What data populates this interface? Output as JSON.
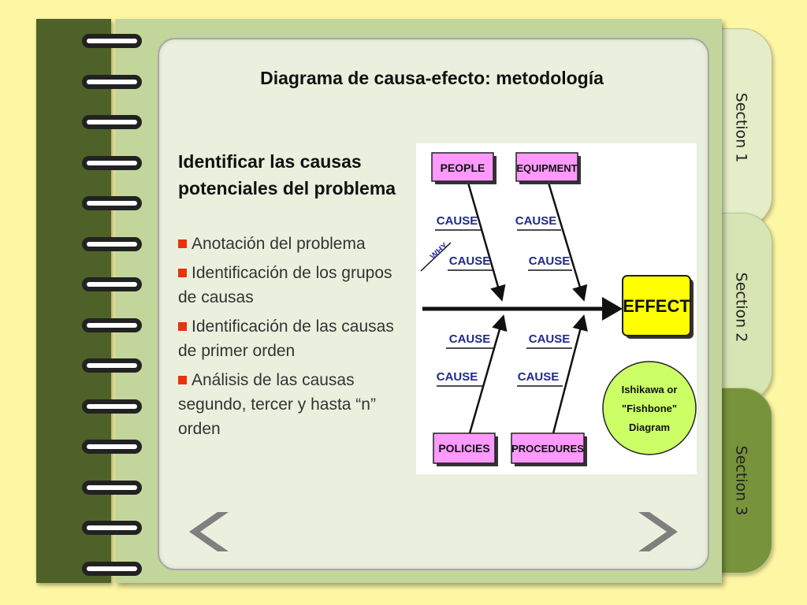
{
  "title": "Diagrama de causa-efecto: metodología",
  "heading": "Identificar las causas potenciales del problema",
  "bullets": [
    "Anotación del problema",
    "Identificación de los grupos de causas",
    "Identificación de las causas de primer orden",
    "Análisis de las causas segundo, tercer y hasta “n” orden"
  ],
  "tabs": [
    "Section 1",
    "Section 2",
    "Section 3"
  ],
  "diagram": {
    "categories": [
      "PEOPLE",
      "EQUIPMENT",
      "POLICIES",
      "PROCEDURES"
    ],
    "cause_label": "CAUSE",
    "why_label": "WHY",
    "effect": "EFFECT",
    "note": [
      "Ishikawa or",
      "\"Fishbone\"",
      "Diagram"
    ]
  },
  "colors": {
    "background": "#fdf6a3",
    "spine": "#4e6128",
    "page": "#c2d69b",
    "content": "#ebf0de",
    "bullet": "#e8330e",
    "category_box": "#ff99ff",
    "effect_box": "#ffff00",
    "note_circle": "#ccff66"
  }
}
